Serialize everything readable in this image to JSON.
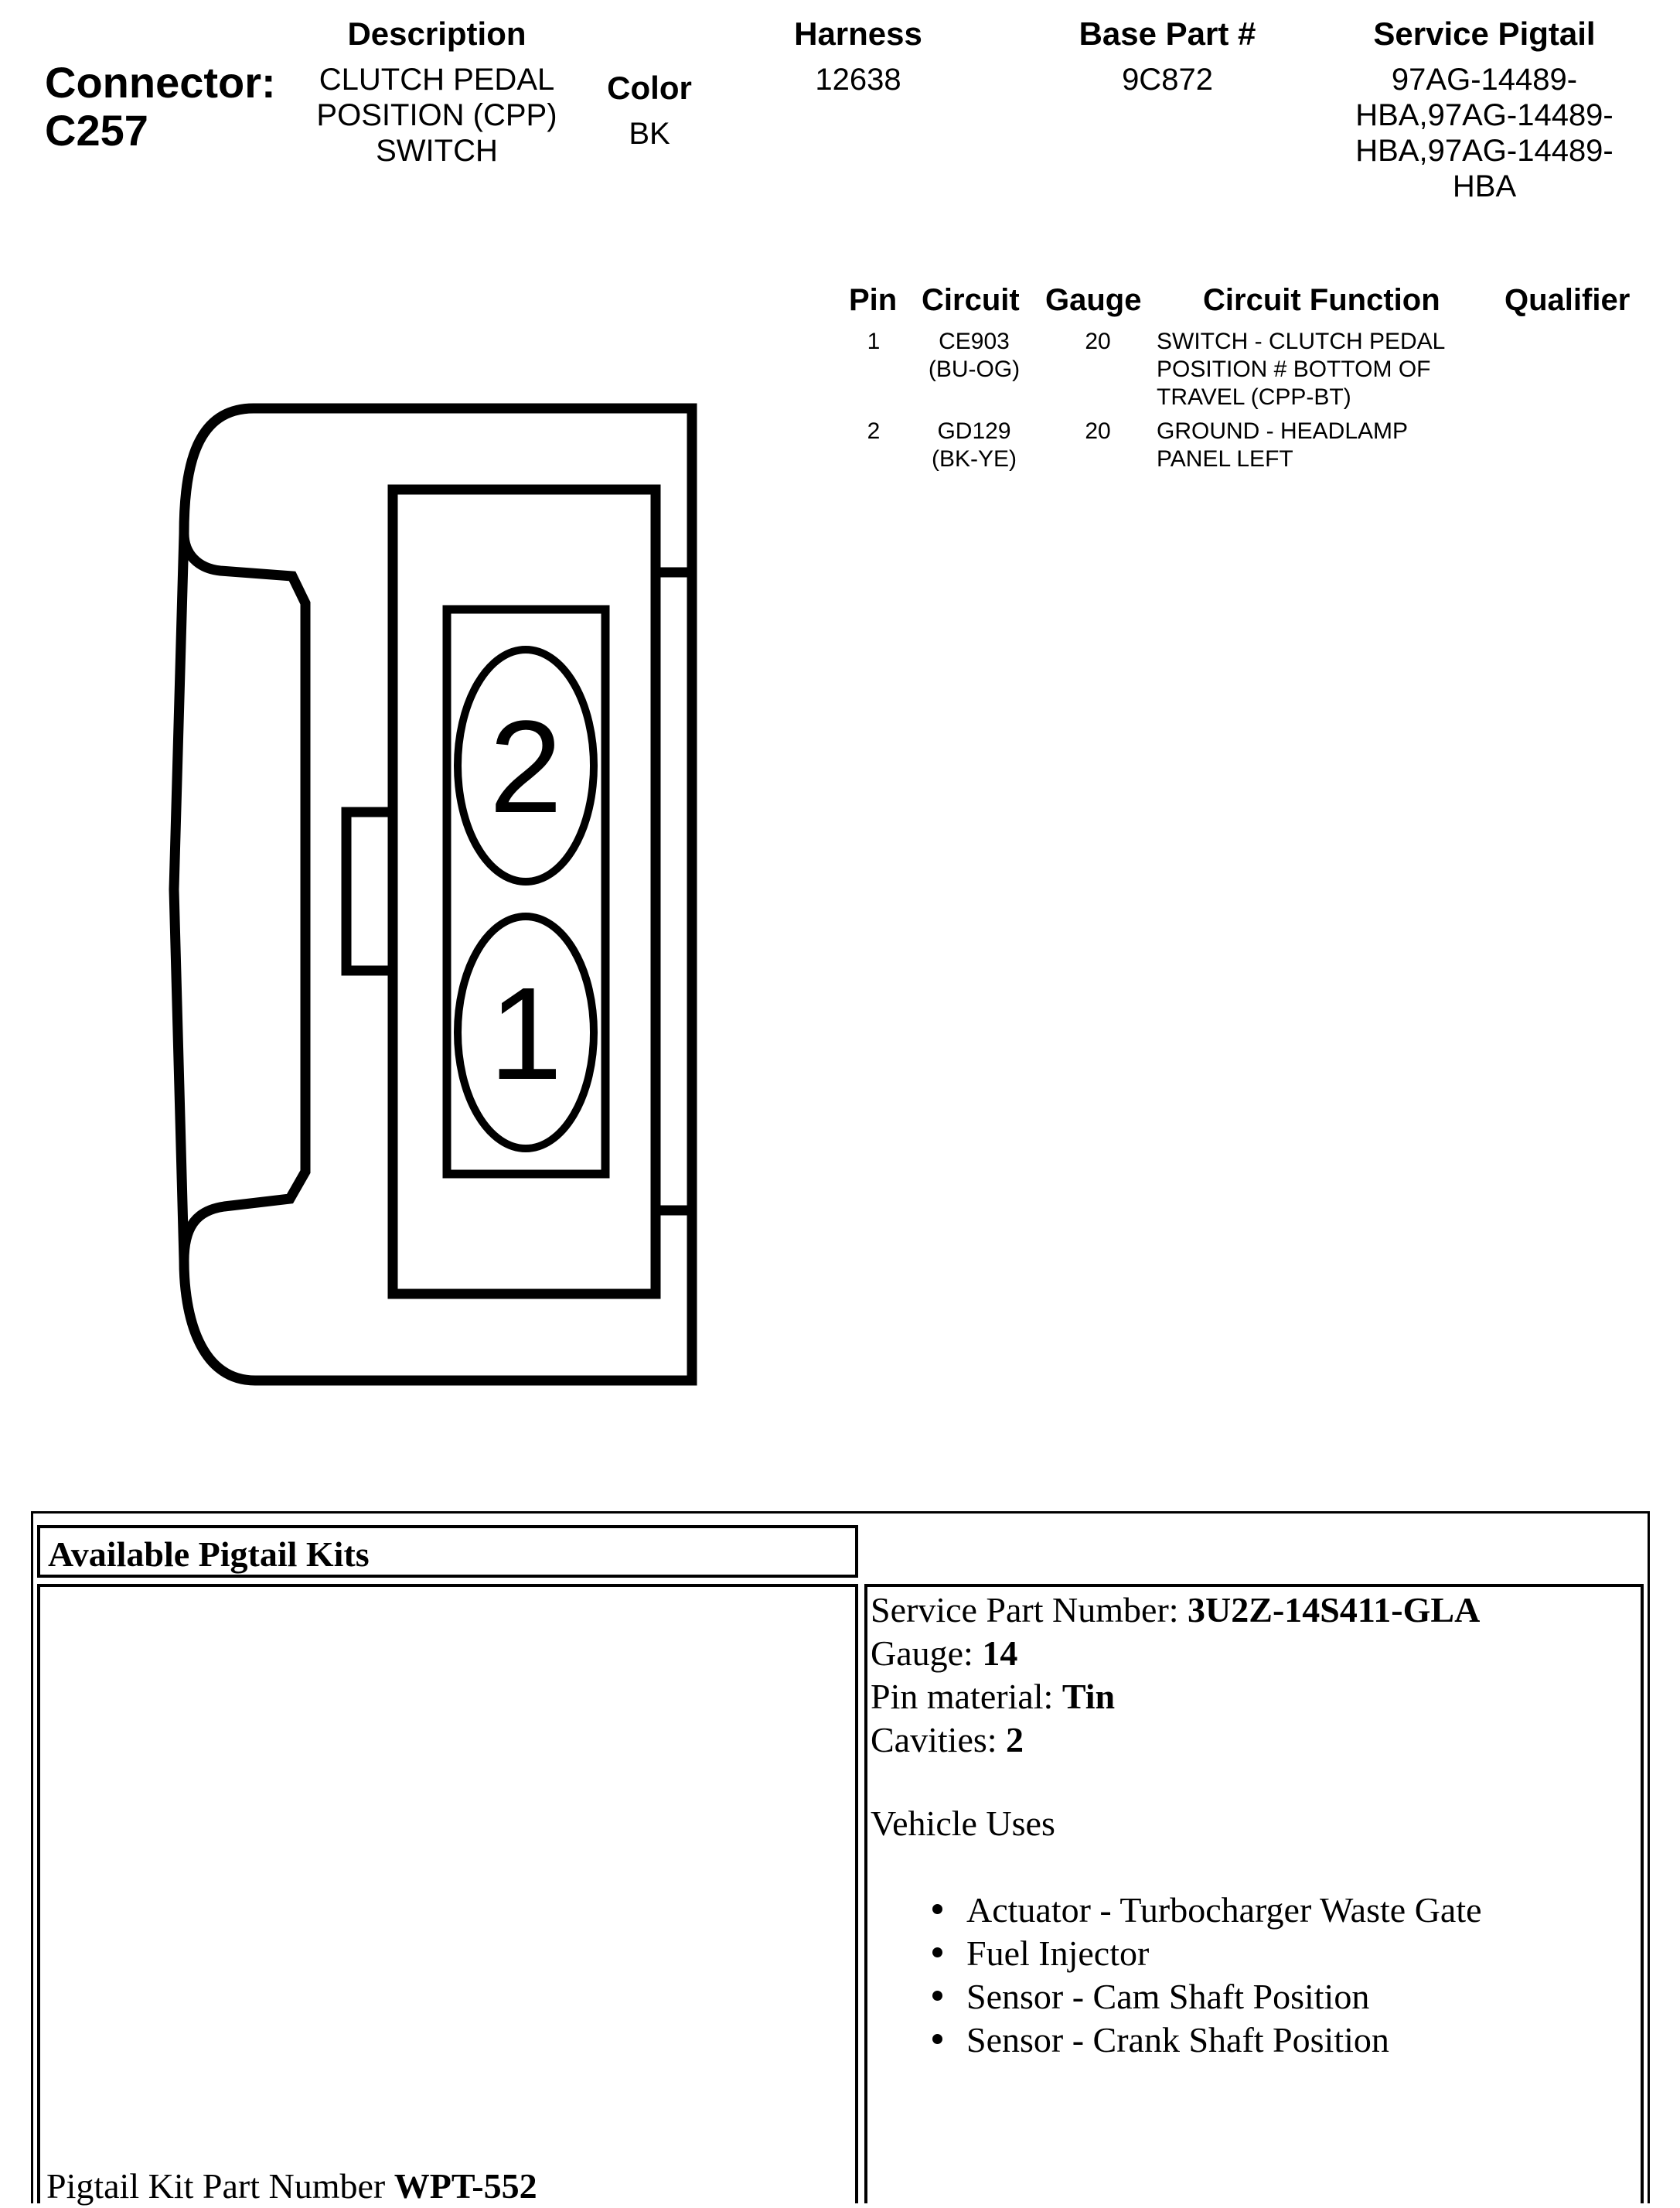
{
  "connector": {
    "label": "Connector:",
    "id": "C257"
  },
  "headers": {
    "description": "Description",
    "color": "Color",
    "harness": "Harness",
    "base_part": "Base Part #",
    "service_pigtail": "Service Pigtail"
  },
  "values": {
    "description": [
      "CLUTCH PEDAL",
      "POSITION (CPP)",
      "SWITCH"
    ],
    "color": "BK",
    "harness": "12638",
    "base_part": "9C872",
    "service_pigtail": [
      "97AG-14489-",
      "HBA,97AG-14489-",
      "HBA,97AG-14489-",
      "HBA"
    ]
  },
  "pin_table": {
    "headers": {
      "pin": "Pin",
      "circuit": "Circuit",
      "gauge": "Gauge",
      "function": "Circuit Function",
      "qualifier": "Qualifier"
    },
    "rows": [
      {
        "pin": "1",
        "circuit": [
          "CE903",
          "(BU-OG)"
        ],
        "gauge": "20",
        "function": [
          "SWITCH - CLUTCH PEDAL",
          "POSITION # BOTTOM OF",
          "TRAVEL (CPP-BT)"
        ],
        "qualifier": ""
      },
      {
        "pin": "2",
        "circuit": [
          "GD129",
          "(BK-YE)"
        ],
        "gauge": "20",
        "function": [
          "GROUND - HEADLAMP",
          "PANEL LEFT"
        ],
        "qualifier": ""
      }
    ]
  },
  "diagram": {
    "pin_labels": [
      "2",
      "1"
    ]
  },
  "pigtail": {
    "heading": "Available Pigtail Kits",
    "service_part_label": "Service Part Number: ",
    "service_part_value": "3U2Z-14S411-GLA",
    "gauge_label": "Gauge: ",
    "gauge_value": "14",
    "pin_material_label": "Pin material: ",
    "pin_material_value": "Tin",
    "cavities_label": "Cavities: ",
    "cavities_value": "2",
    "vehicle_uses_label": "Vehicle Uses",
    "uses": [
      "Actuator - Turbocharger Waste Gate",
      "Fuel Injector",
      "Sensor - Cam Shaft Position",
      "Sensor - Crank Shaft Position"
    ],
    "kit_part_label": "Pigtail Kit Part Number ",
    "kit_part_value": "WPT-552"
  }
}
